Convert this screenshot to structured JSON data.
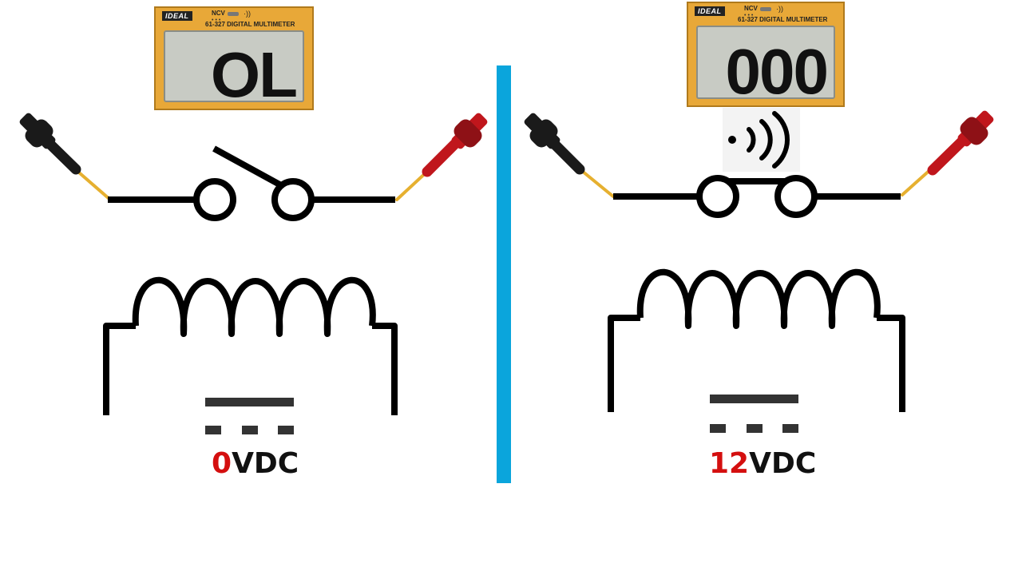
{
  "left": {
    "meter": {
      "brand": "IDEAL",
      "ncv_label": "NCV",
      "continuity_symbol": "·))",
      "model": "61-327 DIGITAL MULTIMETER",
      "reading": "OL"
    },
    "switch_state": "open",
    "voltage_value": "0",
    "voltage_unit": "VDC"
  },
  "right": {
    "meter": {
      "brand": "IDEAL",
      "ncv_label": "NCV",
      "continuity_symbol": "·))",
      "model": "61-327 DIGITAL MULTIMETER",
      "reading": "000"
    },
    "switch_state": "closed",
    "beep_icon": "sound-waves-icon",
    "voltage_value": "12",
    "voltage_unit": "VDC"
  },
  "colors": {
    "divider": "#0aa5dc",
    "voltage_value": "#d40f0f",
    "meter_body": "#e8a838",
    "probe_black": "#1a1a1a",
    "probe_red": "#c0161c"
  }
}
